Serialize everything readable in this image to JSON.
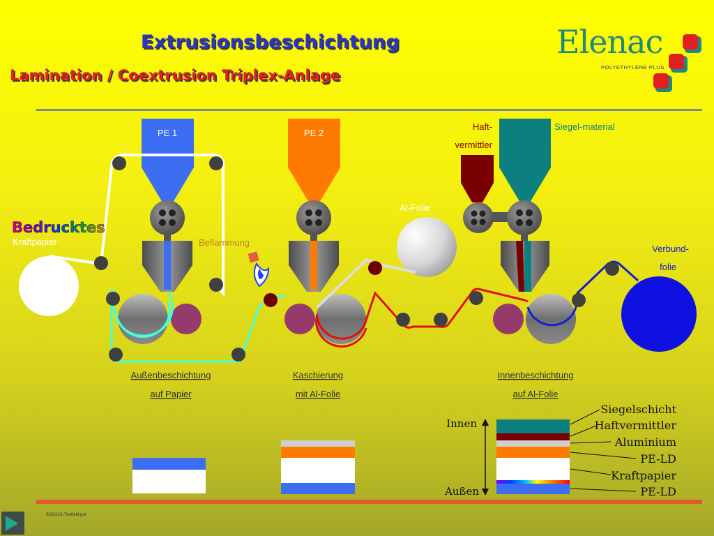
{
  "header": {
    "title": "Extrusionsbeschichtung",
    "subtitle": "Lamination / Coextrusion Triplex-Anlage"
  },
  "logo": {
    "name": "Elenac",
    "tagline": "POLYETHYLENE PLUS"
  },
  "hoppers": {
    "pe1": "PE 1",
    "pe2": "PE 2",
    "haft1": "Haft-",
    "haft2": "vermittler",
    "siegel": "Siegel-material"
  },
  "labels": {
    "bedrucktes": "Bedrucktes",
    "kraftpapier": "Kraftpapier",
    "beflammung": "Beflammung",
    "alfolie": "Al-Folie",
    "verbund1": "Verbund-",
    "verbund2": "folie"
  },
  "stations": [
    {
      "line1": "Außenbeschichtung",
      "line2": "auf Papier"
    },
    {
      "line1": "Kaschierung",
      "line2": " mit Al-Folie"
    },
    {
      "line1": "Innenbeschichtung",
      "line2": "auf Al-Folie"
    }
  ],
  "legend": {
    "innen": "Innen",
    "aussen": "Außen",
    "layers": [
      "Siegelschicht",
      "Haftvermittler",
      "Aluminium",
      "PE-LD",
      "Kraftpapier",
      "PE-LD"
    ]
  },
  "colors": {
    "pe1": "#3d6ef2",
    "pe2": "#ff7a00",
    "haft": "#7a0000",
    "siegel": "#0e7f7f",
    "web_paper": "#ffffff",
    "web_coated": "#40ffe0",
    "web_al": "#e01010",
    "web_final": "#1020d0"
  },
  "footer": "5/3/2019 /Textfeld.ppt"
}
